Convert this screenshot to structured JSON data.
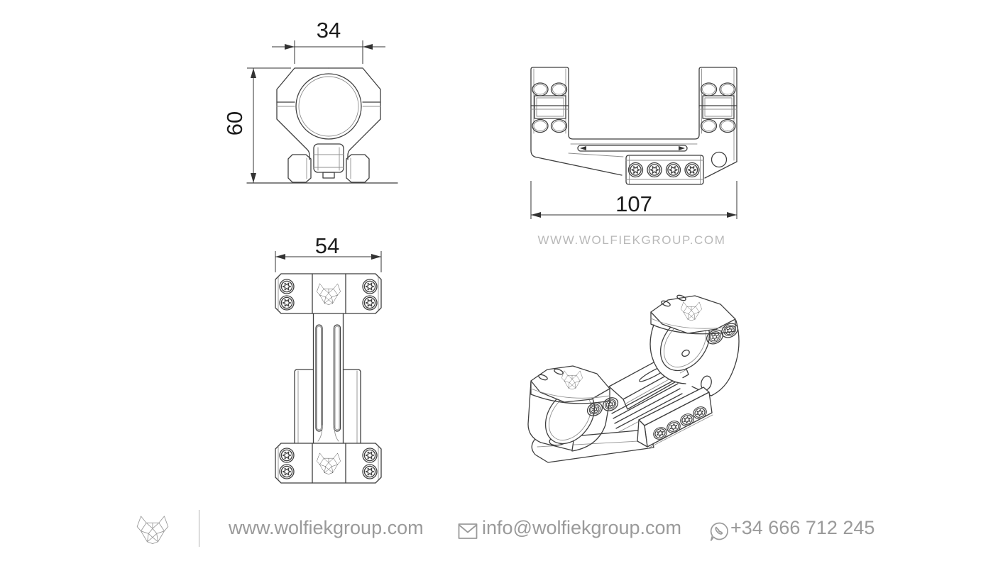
{
  "watermark": "WWW.WOLFIEKGROUP.COM",
  "views": {
    "front": {
      "width_mm": "34",
      "height_mm": "60"
    },
    "side": {
      "length_mm": "107"
    },
    "top": {
      "width_mm": "54"
    }
  },
  "footer": {
    "website": "www.wolfiekgroup.com",
    "email": "info@wolfiekgroup.com",
    "phone": "+34 666 712 245"
  },
  "icons": {
    "brand": "wolf-head-logo",
    "email": "envelope-icon",
    "phone": "whatsapp-icon",
    "screw": "torx-screw-icon"
  },
  "colors": {
    "drawing_line": "#3f3f3f",
    "drawing_line_light": "#8f8f8f",
    "dimension_text": "#1c1c1c",
    "watermark_text": "#b8b8b8",
    "footer_text": "#9a9a9a",
    "background": "#ffffff"
  }
}
